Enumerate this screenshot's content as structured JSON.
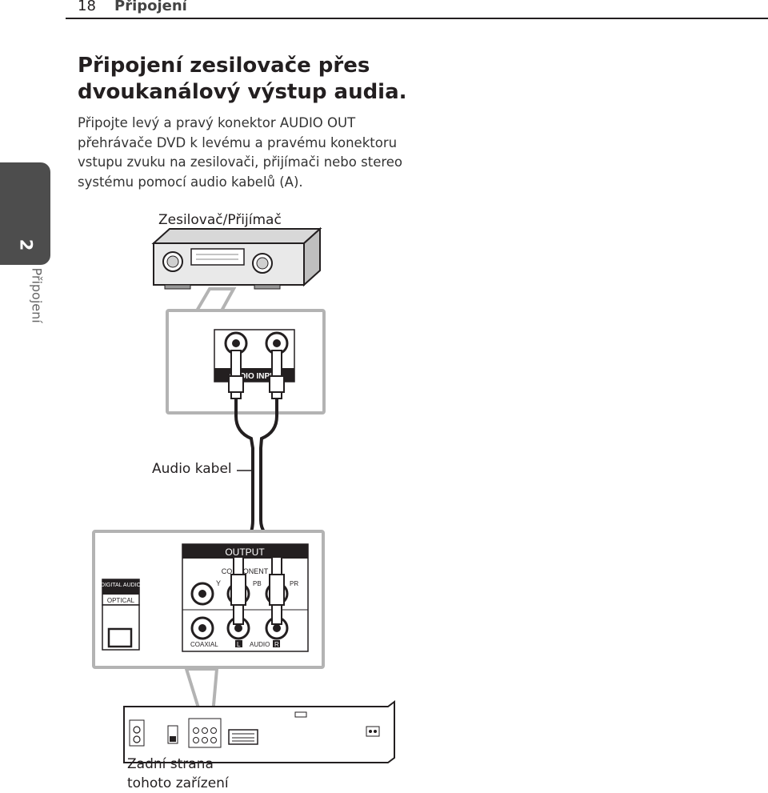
{
  "header": {
    "page_number": "18",
    "section": "Připojení"
  },
  "side_tab": {
    "chapter_number": "2",
    "chapter_label": "Připojení"
  },
  "title": "Připojení zesilovače přes dvoukanálový výstup audia.",
  "intro_text": "Připojte levý a pravý konektor AUDIO OUT přehrávače DVD k levému a pravému konektoru vstupu zvuku na zesilovači, přijímači nebo stereo systému pomocí audio kabelů (A).",
  "diagram": {
    "amplifier_label": "Zesilovač/Přijímač",
    "amp_panel_label": "AUDIO INPUT",
    "cable_label": "Audio kabel",
    "dvd_panel": {
      "output_label": "OUTPUT",
      "component_label": "COMPONENT",
      "y_label": "Y",
      "pb_label": "PB",
      "pr_label": "PR",
      "digital_audio_label": "DIGITAL AUDIO",
      "optical_label": "OPTICAL",
      "coaxial_label": "COAXIAL",
      "audio_label": "AUDIO",
      "left_label": "L",
      "right_label": "R"
    },
    "device_label": "Zadní strana tohoto zařízení"
  }
}
